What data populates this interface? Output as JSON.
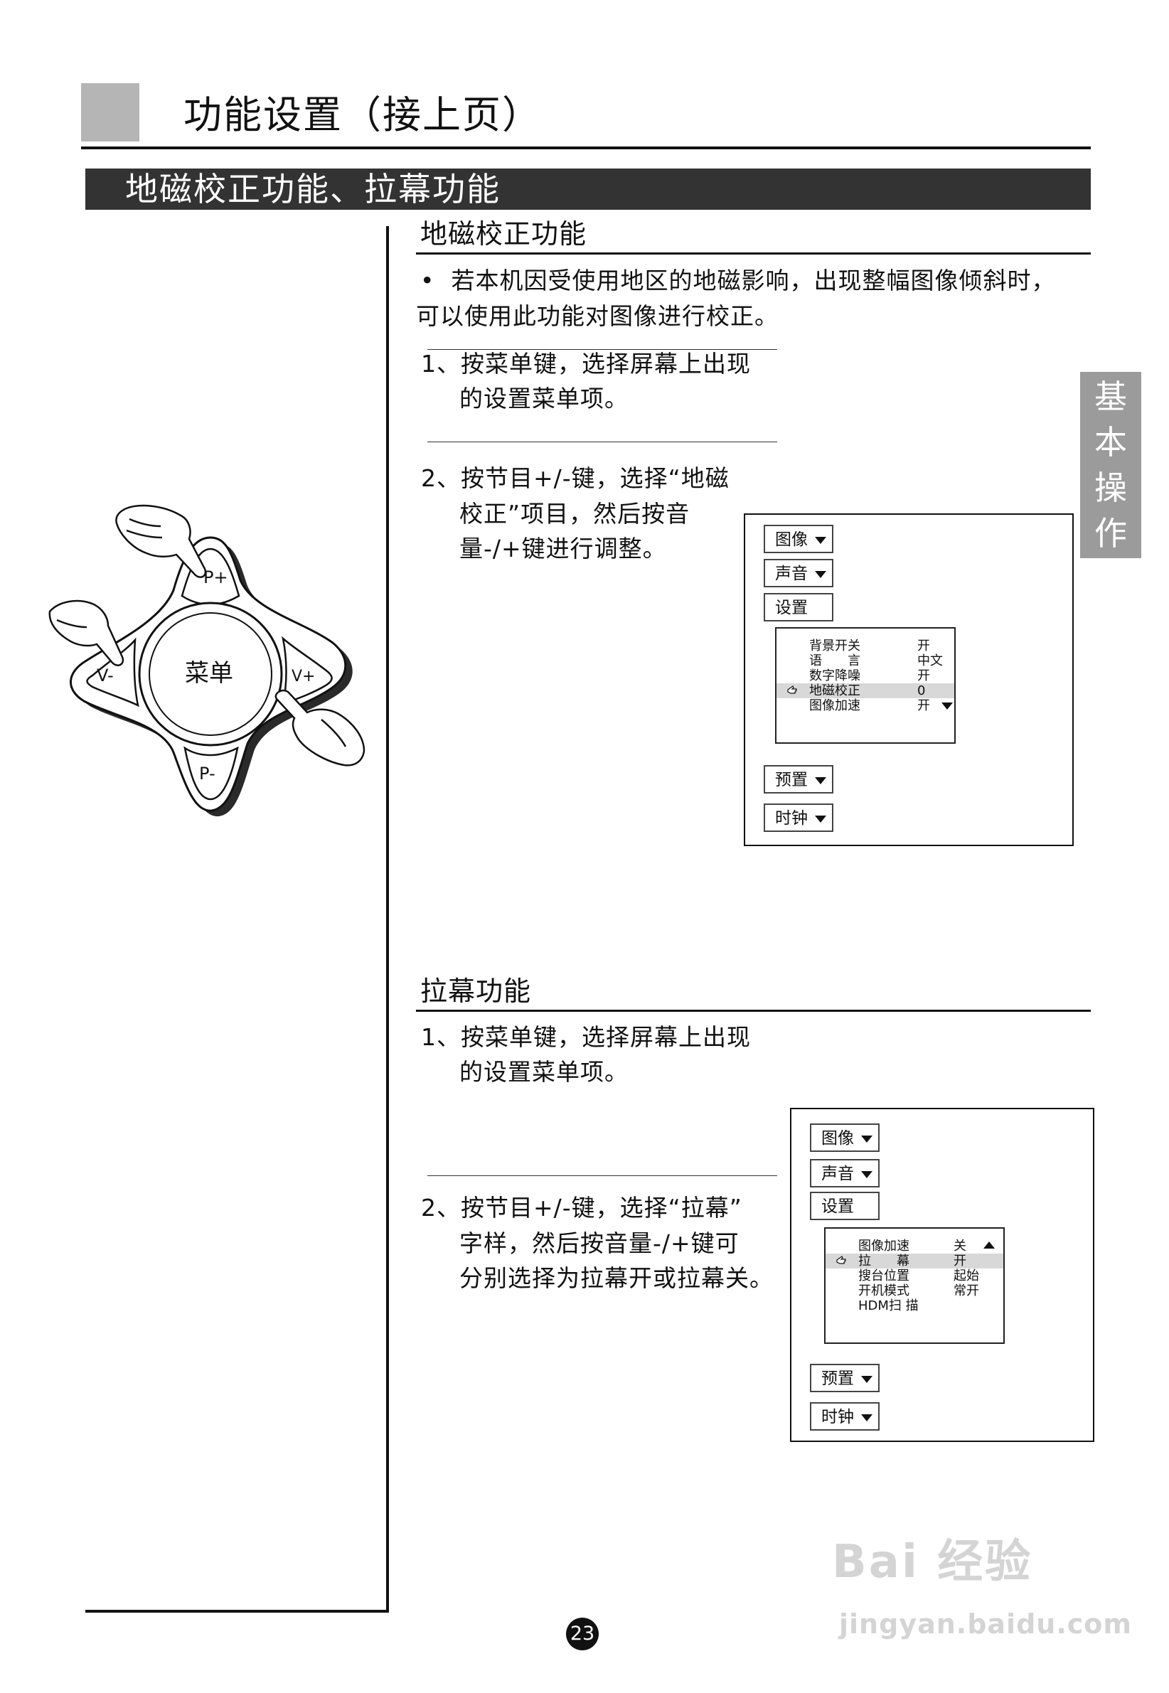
{
  "header": {
    "page_title": "功能设置（接上页）",
    "section_title": "地磁校正功能、拉幕功能"
  },
  "side_tab": {
    "chars": [
      "基",
      "本",
      "操",
      "作"
    ]
  },
  "remote": {
    "p_plus": "P+",
    "p_minus": "P-",
    "v_minus": "V-",
    "v_plus": "V+",
    "menu": "菜单"
  },
  "geomag": {
    "heading": "地磁校正功能",
    "bullet": "•",
    "intro_line1": "若本机因受使用地区的地磁影响，出现整幅图像倾斜时，",
    "intro_line2": "可以使用此功能对图像进行校正。",
    "step1_line1": "1、按菜单键，选择屏幕上出现",
    "step1_line2": "的设置菜单项。",
    "step2_line1": "2、按节目+/-键，选择“地磁",
    "step2_line2": "校正”项目，然后按音",
    "step2_line3": "量-/+键进行调整。",
    "menu": {
      "btn_image": "图像",
      "btn_sound": "声音",
      "btn_setup": "设置",
      "btn_preset": "预置",
      "btn_clock": "时钟",
      "rows": [
        {
          "label": "背景开关",
          "value": "开"
        },
        {
          "label": "语　　言",
          "value": "中文"
        },
        {
          "label": "数字降噪",
          "value": "开"
        },
        {
          "label": "地磁校正",
          "value": "0"
        },
        {
          "label": "图像加速",
          "value": "开"
        }
      ],
      "selected_index": 3
    }
  },
  "curtain": {
    "heading": "拉幕功能",
    "step1_line1": "1、按菜单键，选择屏幕上出现",
    "step1_line2": "的设置菜单项。",
    "step2_line1": "2、按节目+/-键，选择“拉幕”",
    "step2_line2": "字样，然后按音量-/+键可",
    "step2_line3": "分别选择为拉幕开或拉幕关。",
    "menu": {
      "btn_image": "图像",
      "btn_sound": "声音",
      "btn_setup": "设置",
      "btn_preset": "预置",
      "btn_clock": "时钟",
      "rows": [
        {
          "label": "图像加速",
          "value": "关"
        },
        {
          "label": "拉　　幕",
          "value": "开"
        },
        {
          "label": "搜台位置",
          "value": "起始"
        },
        {
          "label": "开机模式",
          "value": "常开"
        },
        {
          "label": "HDM扫 描",
          "value": ""
        }
      ],
      "selected_index": 1
    }
  },
  "footer": {
    "page_number": "23",
    "watermark": "Bai 经验",
    "watermark_url": "jingyan.baidu.com"
  },
  "colors": {
    "section_bar": "#333333",
    "side_tab": "#9b9b9b",
    "gray_block": "#b5b5b5",
    "selected_row": "#d8d8d8"
  }
}
